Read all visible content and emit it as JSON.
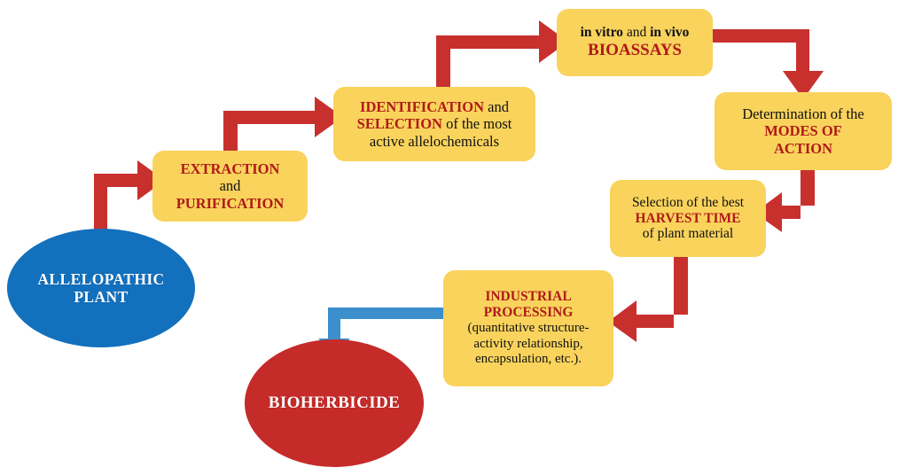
{
  "diagram": {
    "title": "Allelopathic plant to bioherbicide development flowchart",
    "colors": {
      "box_fill": "#F9D35C",
      "arrow_red": "#C8302E",
      "arrow_blue": "#3B8FCC",
      "start_ellipse": "#1270BD",
      "end_ellipse": "#C52B29",
      "highlight_text": "#B01A18",
      "plain_text": "#111111",
      "ellipse_text": "#FFFFFF",
      "background": "#FFFFFF"
    },
    "nodes": {
      "allelopathic_plant": {
        "shape": "ellipse",
        "line1": "ALLELOPATHIC",
        "line2": "PLANT"
      },
      "extraction": {
        "shape": "rounded-box",
        "line1": "EXTRACTION",
        "line2": "and",
        "line3": "PURIFICATION"
      },
      "identification": {
        "shape": "rounded-box",
        "line1_strong": "IDENTIFICATION",
        "line1_plain": " and",
        "line2_strong": "SELECTION",
        "line2_plain": " of the most",
        "line3_plain": "active allelochemicals"
      },
      "bioassays": {
        "shape": "rounded-box",
        "line1_italic_a": "in vitro",
        "line1_plain": " and ",
        "line1_italic_b": "in vivo",
        "line2_strong": "BIOASSAYS"
      },
      "modes_of_action": {
        "shape": "rounded-box",
        "line1_plain": "Determination of the",
        "line2_strong": "MODES OF",
        "line3_strong": "ACTION"
      },
      "harvest_time": {
        "shape": "rounded-box",
        "line1_plain": "Selection of the best",
        "line2_strong": "HARVEST TIME",
        "line3_plain": "of plant material"
      },
      "industrial_processing": {
        "shape": "rounded-box",
        "line1_strong": "INDUSTRIAL",
        "line2_strong": "PROCESSING",
        "line3_plain": "(quantitative structure-",
        "line4_plain": "activity relationship,",
        "line5_plain": "encapsulation, etc.)."
      },
      "bioherbicide": {
        "shape": "ellipse",
        "line1": "BIOHERBICIDE"
      }
    },
    "connectors": [
      {
        "name": "plant-to-extraction",
        "from": "allelopathic_plant",
        "to": "extraction",
        "color": "#C8302E",
        "path": "up-then-right"
      },
      {
        "name": "extraction-to-identification",
        "from": "extraction",
        "to": "identification",
        "color": "#C8302E",
        "path": "up-then-right"
      },
      {
        "name": "identification-to-bioassays",
        "from": "identification",
        "to": "bioassays",
        "color": "#C8302E",
        "path": "up-then-right"
      },
      {
        "name": "bioassays-to-modes",
        "from": "bioassays",
        "to": "modes_of_action",
        "color": "#C8302E",
        "path": "right-then-down"
      },
      {
        "name": "modes-to-harvest",
        "from": "modes_of_action",
        "to": "harvest_time",
        "color": "#C8302E",
        "path": "down-then-left"
      },
      {
        "name": "harvest-to-industrial",
        "from": "harvest_time",
        "to": "industrial_processing",
        "color": "#C8302E",
        "path": "down-then-left"
      },
      {
        "name": "industrial-to-bioherbicide",
        "from": "industrial_processing",
        "to": "bioherbicide",
        "color": "#3B8FCC",
        "path": "left-then-down"
      }
    ]
  }
}
